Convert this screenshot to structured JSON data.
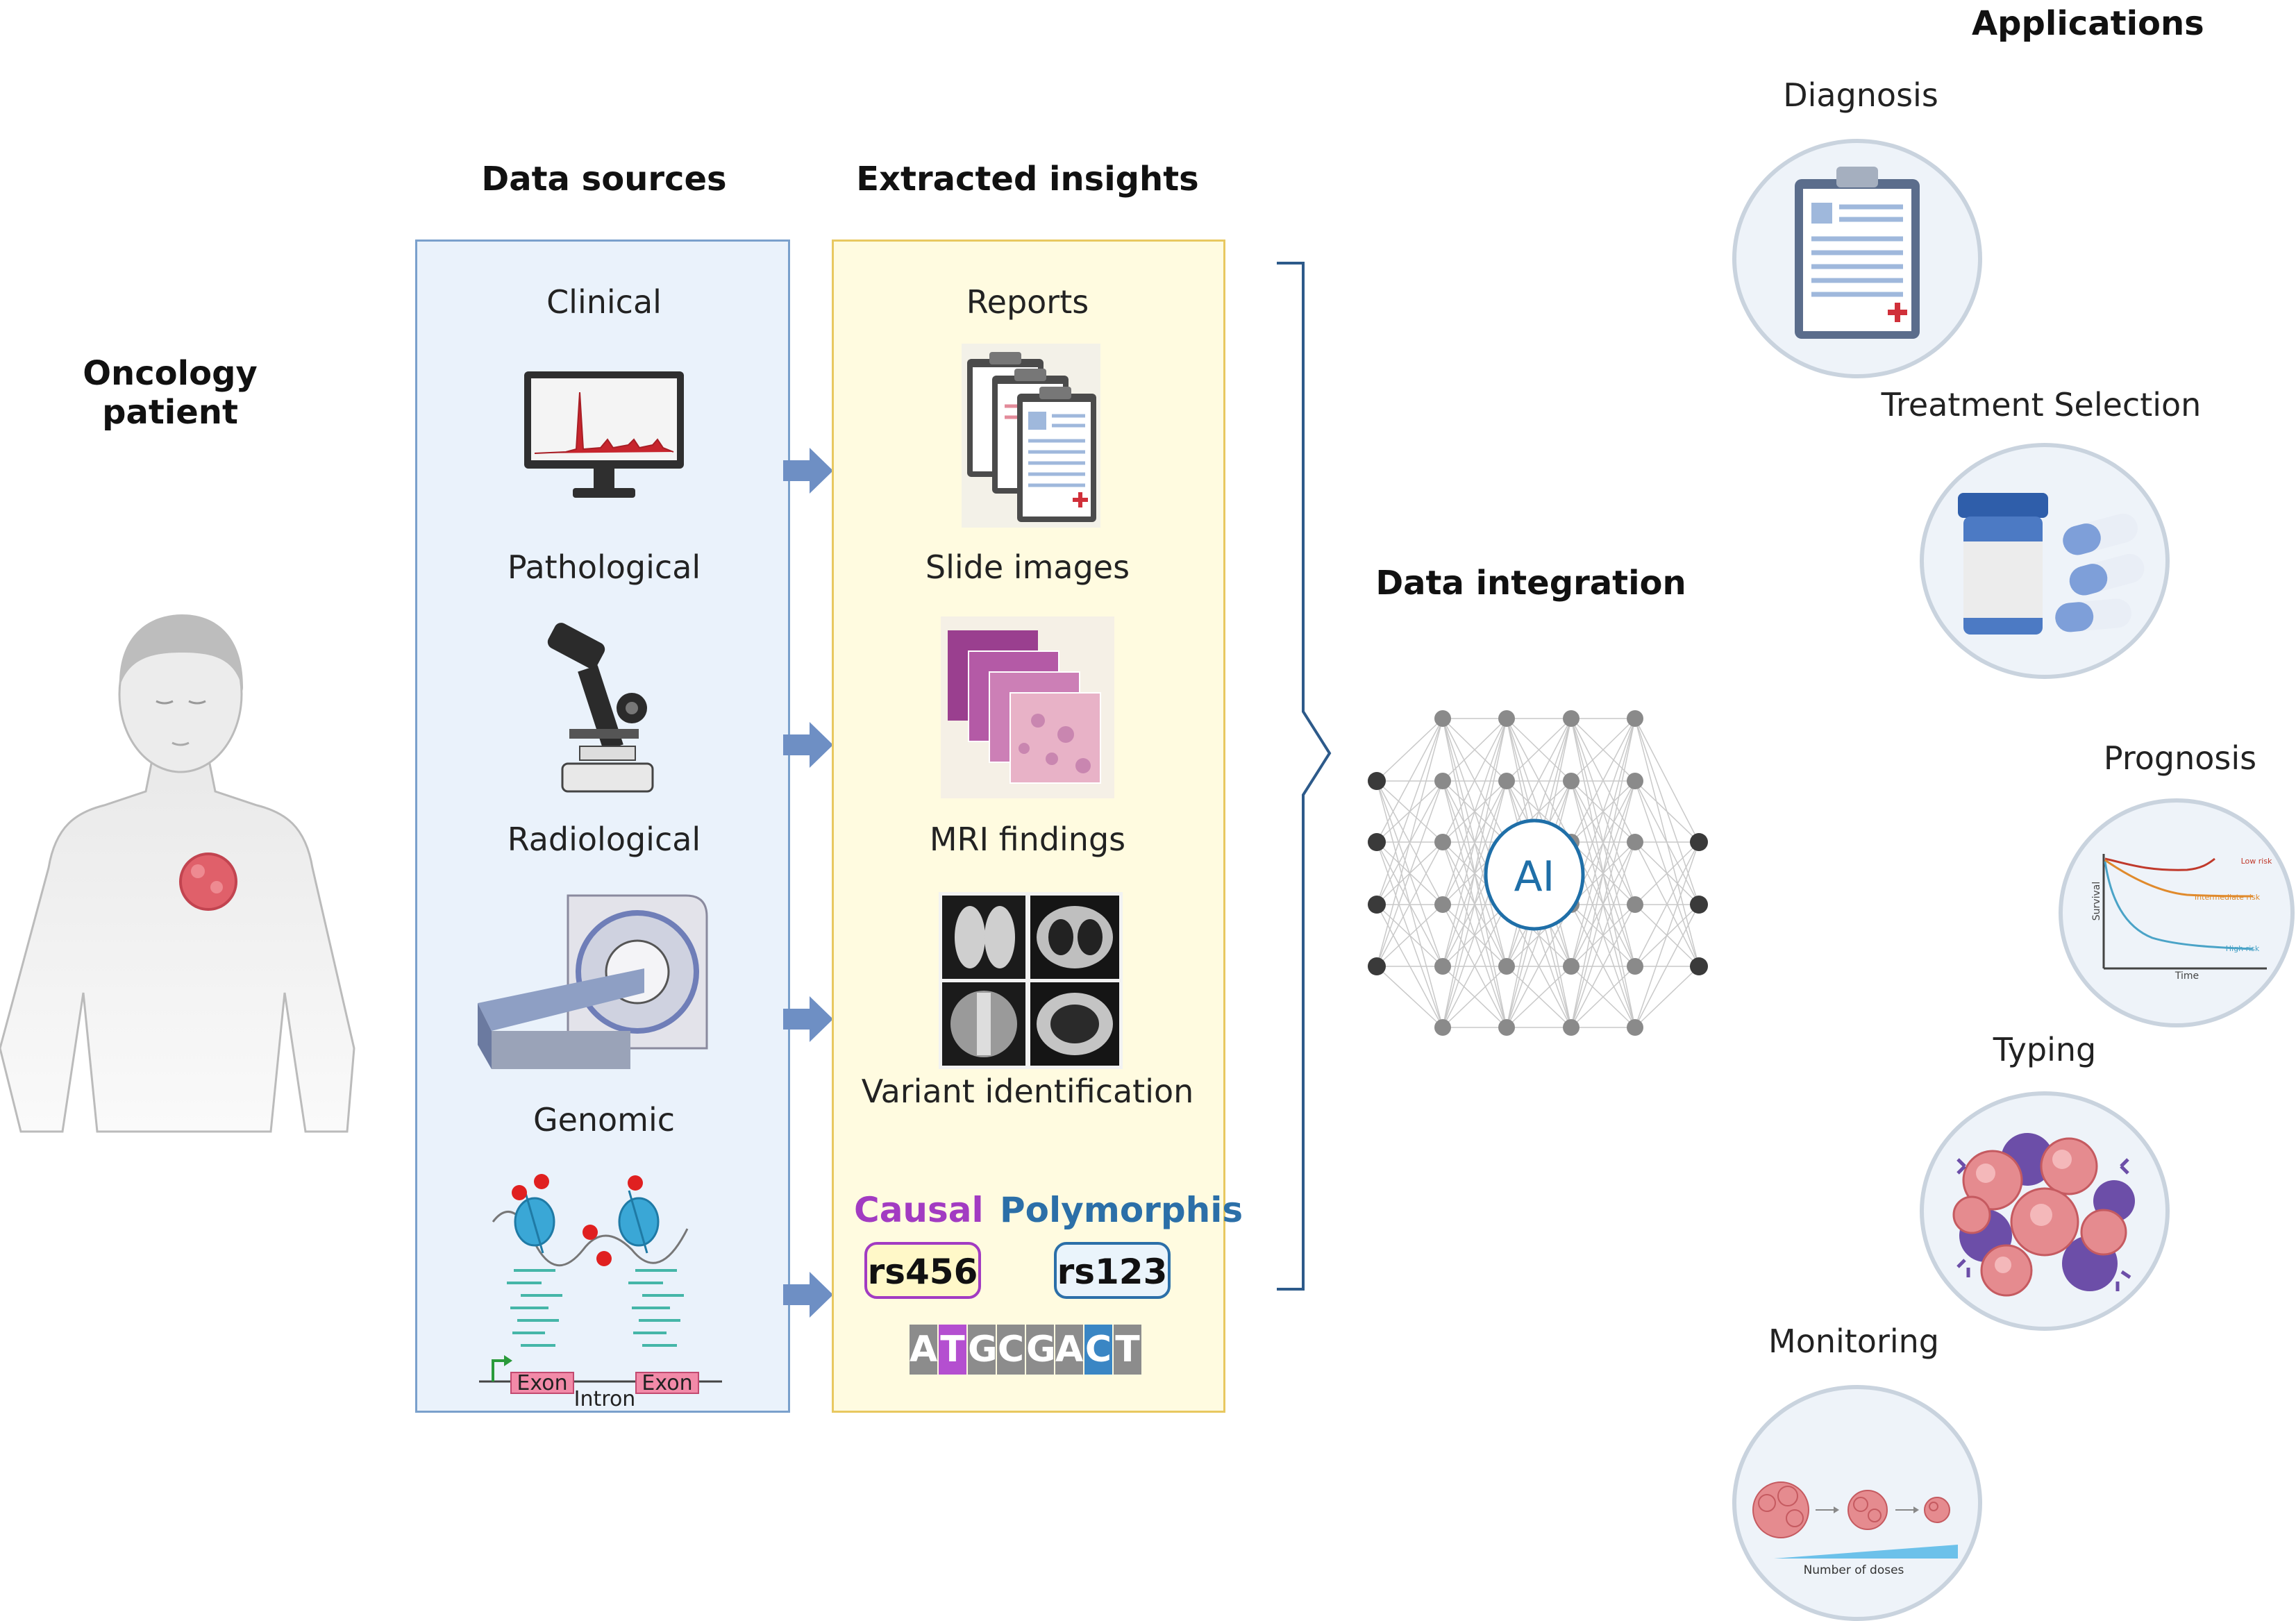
{
  "header": {
    "applications": "Applications",
    "data_sources": "Data sources",
    "extracted_insights": "Extracted insights",
    "data_integration": "Data integration",
    "patient": [
      "Oncology",
      "patient"
    ]
  },
  "sources": [
    "Clinical",
    "Pathological",
    "Radiological",
    "Genomic"
  ],
  "insights": [
    "Reports",
    "Slide images",
    "MRI findings",
    "Variant identification"
  ],
  "genomic_labels": {
    "exon1": "Exon",
    "exon2": "Exon",
    "intron": "Intron"
  },
  "variants": {
    "causal_label": "Causal",
    "polymorphism_label": "Polymorphis",
    "causal_id": "rs456",
    "polymorphism_id": "rs123",
    "sequence": [
      "A",
      "T",
      "G",
      "C",
      "G",
      "A",
      "C",
      "T"
    ]
  },
  "ai_label": "AI",
  "applications": [
    "Diagnosis",
    "Treatment Selection",
    "Prognosis",
    "Typing",
    "Monitoring"
  ],
  "prognosis_chart": {
    "ylabel": "Survival",
    "xlabel": "Time",
    "series": [
      "Low risk",
      "Intermediate risk",
      "High risk"
    ]
  },
  "monitoring_caption": "Number of doses",
  "colors": {
    "causal": "#a23bc2",
    "polymorphism": "#2b6fa8",
    "arrow": "#6e8fc4",
    "tumor": "#e0606a"
  }
}
